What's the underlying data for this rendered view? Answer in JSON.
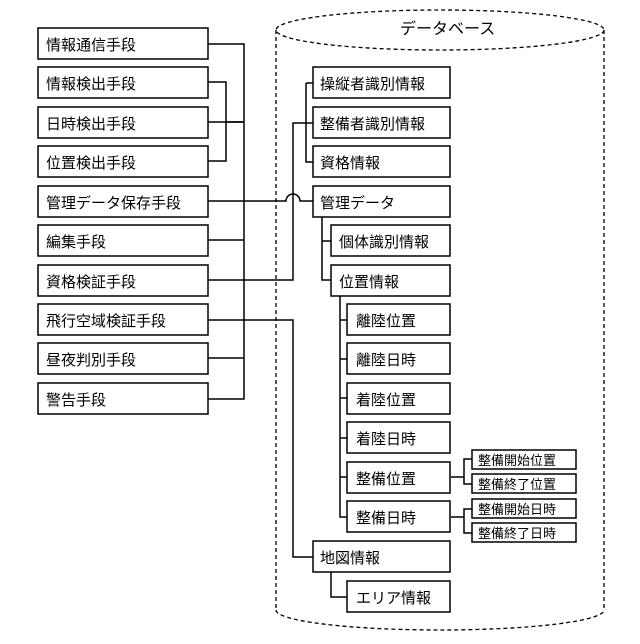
{
  "diagram": {
    "database": {
      "label": "データベース"
    },
    "means": [
      "情報通信手段",
      "情報検出手段",
      "日時検出手段",
      "位置検出手段",
      "管理データ保存手段",
      "編集手段",
      "資格検証手段",
      "飛行空域検証手段",
      "昼夜判別手段",
      "警告手段"
    ],
    "db_items": {
      "operator_id": "操縦者識別情報",
      "maintainer_id": "整備者識別情報",
      "qualification": "資格情報",
      "management_data": "管理データ",
      "individual_id": "個体識別情報",
      "position_info": "位置情報",
      "takeoff_position": "離陸位置",
      "takeoff_datetime": "離陸日時",
      "landing_position": "着陸位置",
      "landing_datetime": "着陸日時",
      "maintenance_position": "整備位置",
      "maintenance_start_position": "整備開始位置",
      "maintenance_end_position": "整備終了位置",
      "maintenance_datetime": "整備日時",
      "maintenance_start_datetime": "整備開始日時",
      "maintenance_end_datetime": "整備終了日時",
      "map_info": "地図情報",
      "area_info": "エリア情報"
    }
  }
}
